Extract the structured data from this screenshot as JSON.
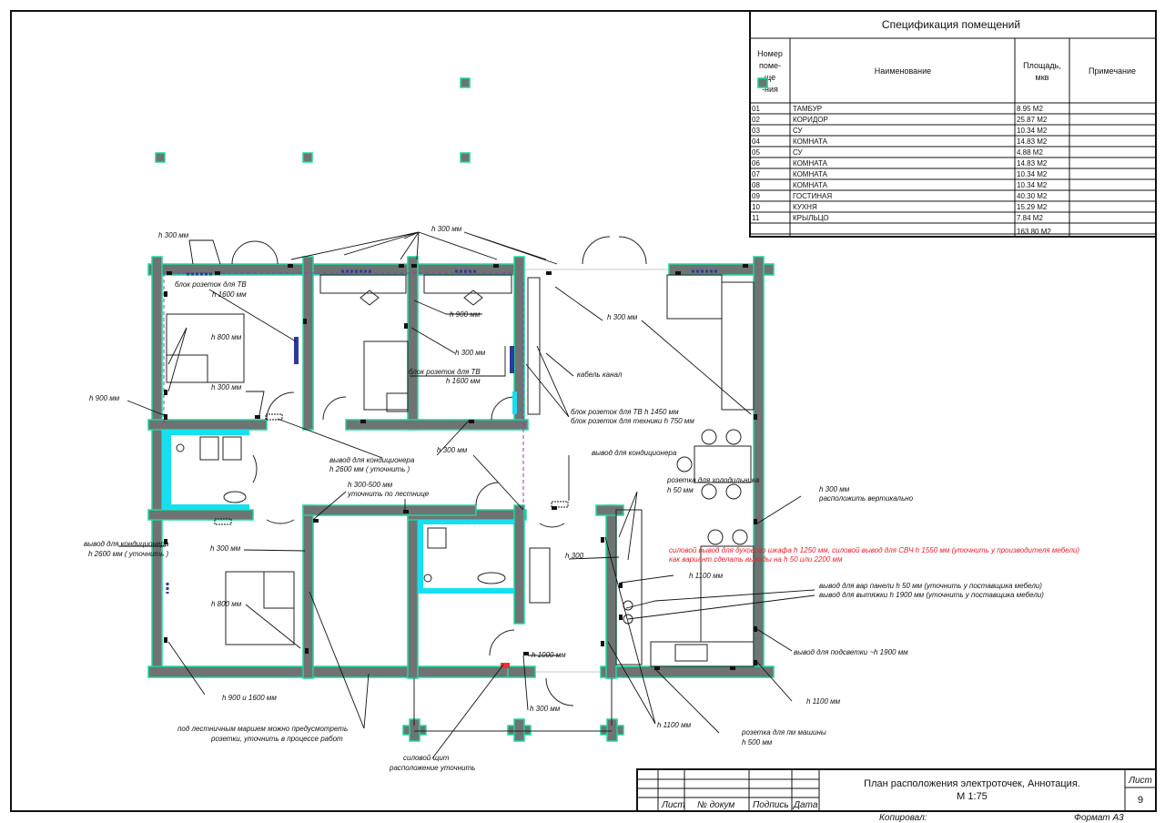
{
  "spec_table": {
    "title": "Спецификация помещений",
    "headers": {
      "number": [
        "Номер",
        "поме-",
        "ще",
        "-ния"
      ],
      "name": "Наименование",
      "area": [
        "Площадь,",
        "мкв"
      ],
      "note": "Примечание"
    },
    "rows": [
      {
        "num": "01",
        "name": "ТАМБУР",
        "area": "8.95 М2"
      },
      {
        "num": "02",
        "name": "КОРИДОР",
        "area": "25.87 М2"
      },
      {
        "num": "03",
        "name": "СУ",
        "area": "10.34 М2"
      },
      {
        "num": "04",
        "name": "КОМНАТА",
        "area": "14.83 М2"
      },
      {
        "num": "05",
        "name": "СУ",
        "area": "4.88 М2"
      },
      {
        "num": "06",
        "name": "КОМНАТА",
        "area": "14.83 М2"
      },
      {
        "num": "07",
        "name": "КОМНАТА",
        "area": "10.34 М2"
      },
      {
        "num": "08",
        "name": "КОМНАТА",
        "area": "10.34 М2"
      },
      {
        "num": "09",
        "name": "ГОСТИНАЯ",
        "area": "40.30 М2"
      },
      {
        "num": "10",
        "name": "КУХНЯ",
        "area": "15.29 М2"
      },
      {
        "num": "11",
        "name": "КРЫЛЬЦО",
        "area": "7.84 М2"
      }
    ],
    "total": "163.80 М2"
  },
  "annotations": {
    "h300_top_a": "h 300 мм",
    "h300_top_b": "h 300 мм",
    "tv_block_1": "блок розеток для ТВ",
    "tv_block_1_h": "h 1600 мм",
    "h800_a": "h 800 мм",
    "h300_c": "h 300 мм",
    "h900_a": "h 900 мм",
    "h900_b": "h 900 мм",
    "h300_d": "h 300 мм",
    "tv_block_2": "блок розеток для ТВ",
    "tv_block_2_h": "h 1600 мм",
    "h300_e": "h 300 мм",
    "cable_channel": "кабель канал",
    "tv_block_3": "блок розеток для ТВ  h 1450 мм",
    "tech_block": "блок розеток для техники  h 750 мм",
    "ac_out_1": "вывод для кондиционера",
    "ac_out_1_h": "h 2600  мм  ( уточнить )",
    "h300_f": "h 300 мм",
    "ac_out_2": "вывод для кондиционера",
    "fridge": "розетка для холодильника",
    "fridge_h": "h 50  мм",
    "h300_500": "h 300-500 мм",
    "stairs_clarify": "уточнить по лестнице",
    "ac_out_3": "вывод для кондиционера",
    "ac_out_3_h": "h 2600  мм  ( уточнить )",
    "h300_g": "h 300 мм",
    "h300_vertical": "h 300 мм",
    "vertical": "расположить вертикально",
    "h300_h": "h 300",
    "power_red_1": "силовой вывод для духового шкафа h 1250 мм, силовой вывод для СВЧ  h 1550 мм (уточнить у производителя мебели)",
    "power_red_2": "как вариант сделать выводы на h 50 или 2200 мм",
    "h1100_a": "h 1100 мм",
    "bar_panel": "вывод для вар панели  h 50  мм   (уточнить у поставщика мебели)",
    "hood": "вывод для вытяжки  h 1900  мм    (уточнить у поставщика мебели)",
    "h800_b": "h 800 мм",
    "h1000": "h 1000 мм",
    "backlight": "вывод для подсветки  ~h 1900  мм",
    "h900_1600": "h 900  и  1600  мм",
    "h1100_b": "h 1100 мм",
    "h300_i": "h 300 мм",
    "h1100_c": "h 1100 мм",
    "washer": "розетка для пм машины",
    "washer_h": "h 500  мм",
    "stairs_note_1": "под лестничным маршем можно предусмотреть",
    "stairs_note_2": "розетки, уточнить в процессе работ",
    "panel": "силовой щит",
    "panel_2": "расположение уточнить"
  },
  "title_block": {
    "title": "План расположения электроточек, Аннотация.",
    "scale": "М  1:75",
    "sheet_label": "Лист",
    "sheet_number": "9",
    "col_sheet": "Лист",
    "col_doc": "№ докум",
    "col_sign": "Подпись",
    "col_date": "Дата",
    "copied": "Копировал:",
    "format": "Формат А3"
  }
}
